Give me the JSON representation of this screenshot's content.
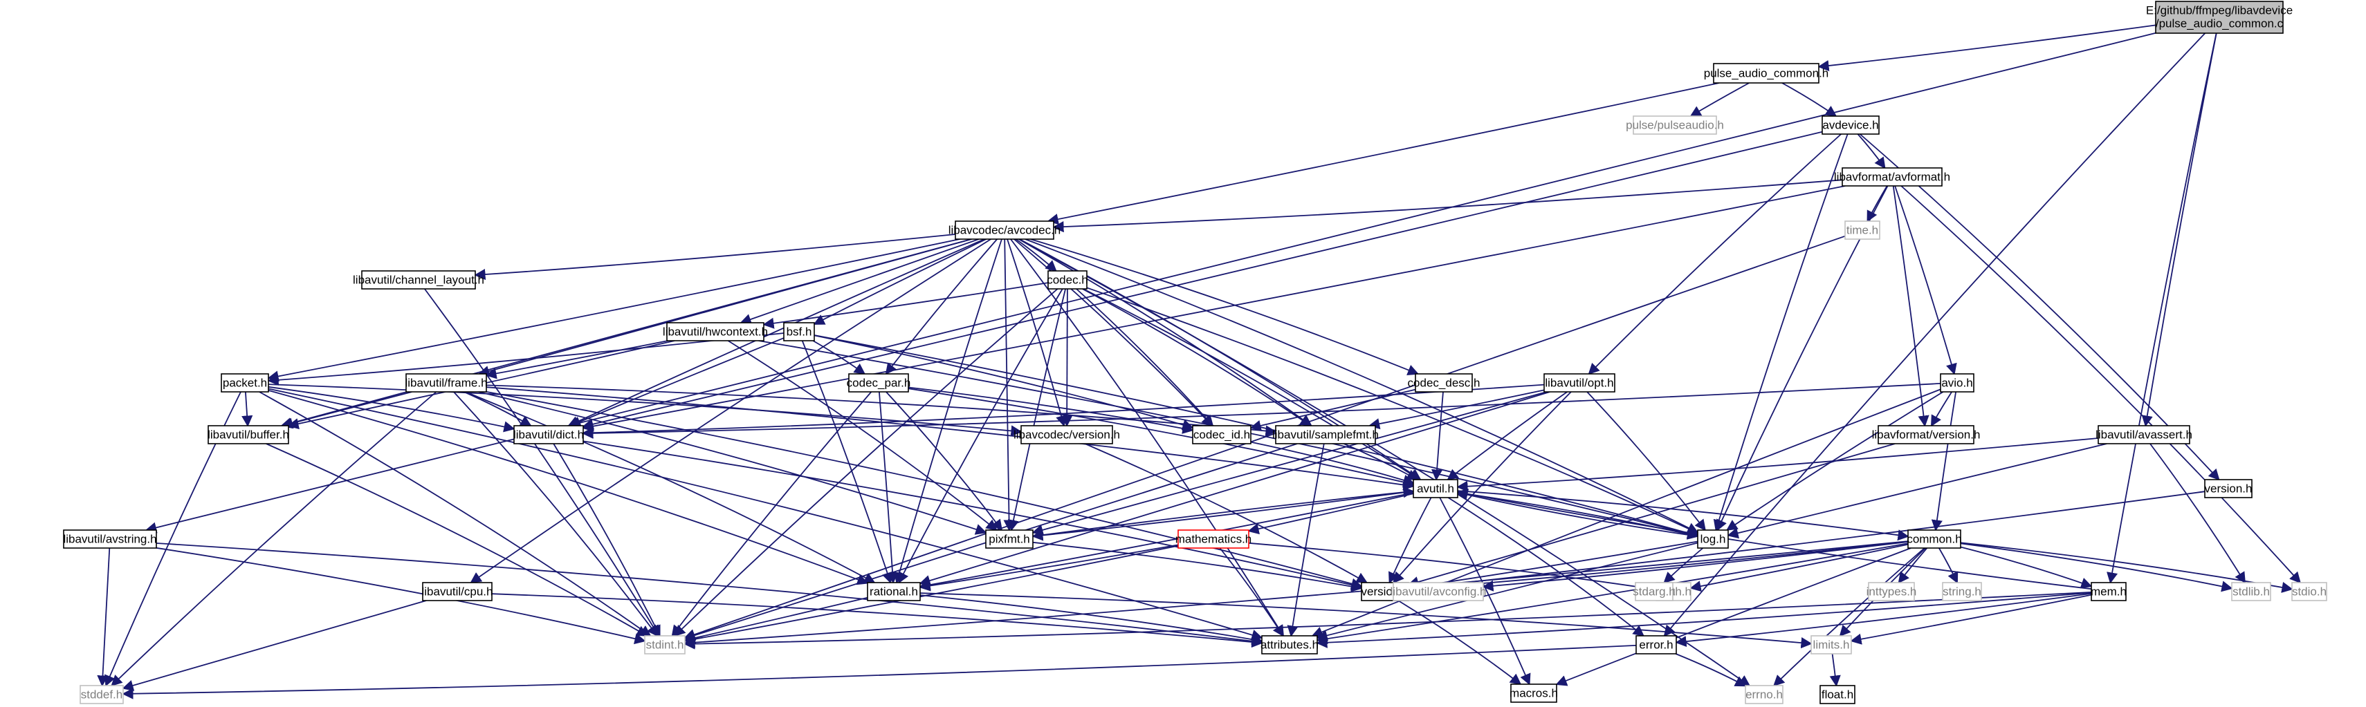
{
  "colors": {
    "edge": "#191970",
    "node_border": "#000000",
    "node_text": "#000000",
    "root_fill": "#bfbfbf",
    "missing_border": "#bfbfbf",
    "missing_text": "#7f7f7f",
    "cyclic_border": "#ff0000"
  },
  "graph": {
    "title_line1": "E:/github/ffmpeg/libavdevice",
    "title_line2": "/pulse_audio_common.c",
    "nodes": [
      {
        "id": "root",
        "label": "E:/github/ffmpeg/libavdevice",
        "label2": "/pulse_audio_common.c",
        "style": "root"
      },
      {
        "id": "pulse_audio_common_h",
        "label": "pulse_audio_common.h",
        "style": "normal"
      },
      {
        "id": "pulse_pulseaudio_h",
        "label": "pulse/pulseaudio.h",
        "style": "missing"
      },
      {
        "id": "avdevice_h",
        "label": "avdevice.h",
        "style": "normal"
      },
      {
        "id": "avformat_h",
        "label": "libavformat/avformat.h",
        "style": "normal"
      },
      {
        "id": "avcodec_h",
        "label": "libavcodec/avcodec.h",
        "style": "normal"
      },
      {
        "id": "time_h",
        "label": "time.h",
        "style": "missing"
      },
      {
        "id": "channel_layout_h",
        "label": "libavutil/channel_layout.h",
        "style": "normal"
      },
      {
        "id": "codec_h",
        "label": "codec.h",
        "style": "normal"
      },
      {
        "id": "hwcontext_h",
        "label": "libavutil/hwcontext.h",
        "style": "normal"
      },
      {
        "id": "bsf_h",
        "label": "bsf.h",
        "style": "normal"
      },
      {
        "id": "codec_desc_h",
        "label": "codec_desc.h",
        "style": "normal"
      },
      {
        "id": "opt_h",
        "label": "libavutil/opt.h",
        "style": "normal"
      },
      {
        "id": "avio_h",
        "label": "avio.h",
        "style": "normal"
      },
      {
        "id": "packet_h",
        "label": "packet.h",
        "style": "normal"
      },
      {
        "id": "frame_h",
        "label": "libavutil/frame.h",
        "style": "normal"
      },
      {
        "id": "codec_par_h",
        "label": "codec_par.h",
        "style": "normal"
      },
      {
        "id": "buffer_h",
        "label": "libavutil/buffer.h",
        "style": "normal"
      },
      {
        "id": "dict_h",
        "label": "libavutil/dict.h",
        "style": "normal"
      },
      {
        "id": "lavc_version_h",
        "label": "libavcodec/version.h",
        "style": "normal"
      },
      {
        "id": "codec_id_h",
        "label": "codec_id.h",
        "style": "normal"
      },
      {
        "id": "samplefmt_h",
        "label": "libavutil/samplefmt.h",
        "style": "normal"
      },
      {
        "id": "lavf_version_h",
        "label": "libavformat/version.h",
        "style": "normal"
      },
      {
        "id": "avassert_h",
        "label": "libavutil/avassert.h",
        "style": "normal"
      },
      {
        "id": "avutil_h",
        "label": "avutil.h",
        "style": "normal"
      },
      {
        "id": "version_h_right",
        "label": "version.h",
        "style": "normal"
      },
      {
        "id": "avstring_h",
        "label": "libavutil/avstring.h",
        "style": "normal"
      },
      {
        "id": "pixfmt_h",
        "label": "pixfmt.h",
        "style": "normal"
      },
      {
        "id": "mathematics_h",
        "label": "mathematics.h",
        "style": "cyclic"
      },
      {
        "id": "log_h",
        "label": "log.h",
        "style": "normal"
      },
      {
        "id": "common_h",
        "label": "common.h",
        "style": "normal"
      },
      {
        "id": "cpu_h",
        "label": "libavutil/cpu.h",
        "style": "normal"
      },
      {
        "id": "rational_h",
        "label": "rational.h",
        "style": "normal"
      },
      {
        "id": "version_h",
        "label": "version.h",
        "style": "normal"
      },
      {
        "id": "avconfig_h",
        "label": "libavutil/avconfig.h",
        "style": "missing"
      },
      {
        "id": "math_h",
        "label": "math.h",
        "style": "missing"
      },
      {
        "id": "stdarg_h",
        "label": "stdarg.h",
        "style": "missing"
      },
      {
        "id": "inttypes_h",
        "label": "inttypes.h",
        "style": "missing"
      },
      {
        "id": "string_h",
        "label": "string.h",
        "style": "missing"
      },
      {
        "id": "mem_h",
        "label": "mem.h",
        "style": "normal"
      },
      {
        "id": "stdlib_h",
        "label": "stdlib.h",
        "style": "missing"
      },
      {
        "id": "stdio_h",
        "label": "stdio.h",
        "style": "missing"
      },
      {
        "id": "stdint_h",
        "label": "stdint.h",
        "style": "missing"
      },
      {
        "id": "attributes_h",
        "label": "attributes.h",
        "style": "normal"
      },
      {
        "id": "limits_h",
        "label": "limits.h",
        "style": "missing"
      },
      {
        "id": "macros_h",
        "label": "macros.h",
        "style": "normal"
      },
      {
        "id": "error_h",
        "label": "error.h",
        "style": "normal"
      },
      {
        "id": "stddef_h",
        "label": "stddef.h",
        "style": "missing"
      },
      {
        "id": "errno_h",
        "label": "errno.h",
        "style": "missing"
      },
      {
        "id": "float_h",
        "label": "float.h",
        "style": "normal"
      }
    ],
    "edges": [
      [
        "root",
        "pulse_audio_common_h"
      ],
      [
        "root",
        "avstring_h"
      ],
      [
        "root",
        "avassert_h"
      ],
      [
        "root",
        "mem_h"
      ],
      [
        "root",
        "error_h"
      ],
      [
        "pulse_audio_common_h",
        "pulse_pulseaudio_h"
      ],
      [
        "pulse_audio_common_h",
        "avdevice_h"
      ],
      [
        "pulse_audio_common_h",
        "avcodec_h"
      ],
      [
        "avdevice_h",
        "avformat_h"
      ],
      [
        "avdevice_h",
        "opt_h"
      ],
      [
        "avdevice_h",
        "dict_h"
      ],
      [
        "avdevice_h",
        "log_h"
      ],
      [
        "avdevice_h",
        "version_h_right"
      ],
      [
        "avformat_h",
        "time_h"
      ],
      [
        "avformat_h",
        "avcodec_h"
      ],
      [
        "avformat_h",
        "avio_h"
      ],
      [
        "avformat_h",
        "lavf_version_h"
      ],
      [
        "avformat_h",
        "dict_h"
      ],
      [
        "avformat_h",
        "log_h"
      ],
      [
        "avformat_h",
        "stdio_h"
      ],
      [
        "time_h",
        "stdint_h"
      ],
      [
        "avcodec_h",
        "channel_layout_h"
      ],
      [
        "avcodec_h",
        "codec_h"
      ],
      [
        "avcodec_h",
        "hwcontext_h"
      ],
      [
        "avcodec_h",
        "bsf_h"
      ],
      [
        "avcodec_h",
        "codec_desc_h"
      ],
      [
        "avcodec_h",
        "packet_h"
      ],
      [
        "avcodec_h",
        "frame_h"
      ],
      [
        "avcodec_h",
        "codec_par_h"
      ],
      [
        "avcodec_h",
        "buffer_h"
      ],
      [
        "avcodec_h",
        "dict_h"
      ],
      [
        "avcodec_h",
        "lavc_version_h"
      ],
      [
        "avcodec_h",
        "codec_id_h"
      ],
      [
        "avcodec_h",
        "samplefmt_h"
      ],
      [
        "avcodec_h",
        "avutil_h"
      ],
      [
        "avcodec_h",
        "pixfmt_h"
      ],
      [
        "avcodec_h",
        "log_h"
      ],
      [
        "avcodec_h",
        "rational_h"
      ],
      [
        "avcodec_h",
        "attributes_h"
      ],
      [
        "avcodec_h",
        "errno_h"
      ],
      [
        "avcodec_h",
        "cpu_h"
      ],
      [
        "channel_layout_h",
        "stdint_h"
      ],
      [
        "codec_h",
        "hwcontext_h"
      ],
      [
        "codec_h",
        "codec_id_h"
      ],
      [
        "codec_h",
        "lavc_version_h"
      ],
      [
        "codec_h",
        "samplefmt_h"
      ],
      [
        "codec_h",
        "avutil_h"
      ],
      [
        "codec_h",
        "log_h"
      ],
      [
        "codec_h",
        "pixfmt_h"
      ],
      [
        "codec_h",
        "rational_h"
      ],
      [
        "codec_h",
        "stdint_h"
      ],
      [
        "hwcontext_h",
        "frame_h"
      ],
      [
        "hwcontext_h",
        "buffer_h"
      ],
      [
        "hwcontext_h",
        "pixfmt_h"
      ],
      [
        "hwcontext_h",
        "log_h"
      ],
      [
        "bsf_h",
        "packet_h"
      ],
      [
        "bsf_h",
        "codec_par_h"
      ],
      [
        "bsf_h",
        "codec_id_h"
      ],
      [
        "bsf_h",
        "dict_h"
      ],
      [
        "bsf_h",
        "log_h"
      ],
      [
        "bsf_h",
        "rational_h"
      ],
      [
        "codec_desc_h",
        "codec_id_h"
      ],
      [
        "codec_desc_h",
        "avutil_h"
      ],
      [
        "opt_h",
        "dict_h"
      ],
      [
        "opt_h",
        "samplefmt_h"
      ],
      [
        "opt_h",
        "avutil_h"
      ],
      [
        "opt_h",
        "log_h"
      ],
      [
        "opt_h",
        "pixfmt_h"
      ],
      [
        "opt_h",
        "rational_h"
      ],
      [
        "opt_h",
        "version_h"
      ],
      [
        "avio_h",
        "dict_h"
      ],
      [
        "avio_h",
        "lavf_version_h"
      ],
      [
        "avio_h",
        "log_h"
      ],
      [
        "avio_h",
        "common_h"
      ],
      [
        "avio_h",
        "attributes_h"
      ],
      [
        "packet_h",
        "buffer_h"
      ],
      [
        "packet_h",
        "dict_h"
      ],
      [
        "packet_h",
        "lavc_version_h"
      ],
      [
        "packet_h",
        "rational_h"
      ],
      [
        "packet_h",
        "attributes_h"
      ],
      [
        "packet_h",
        "stdint_h"
      ],
      [
        "packet_h",
        "stddef_h"
      ],
      [
        "frame_h",
        "buffer_h"
      ],
      [
        "frame_h",
        "dict_h"
      ],
      [
        "frame_h",
        "avutil_h"
      ],
      [
        "frame_h",
        "pixfmt_h"
      ],
      [
        "frame_h",
        "rational_h"
      ],
      [
        "frame_h",
        "samplefmt_h"
      ],
      [
        "frame_h",
        "version_h"
      ],
      [
        "frame_h",
        "stdint_h"
      ],
      [
        "frame_h",
        "stddef_h"
      ],
      [
        "codec_par_h",
        "codec_id_h"
      ],
      [
        "codec_par_h",
        "avutil_h"
      ],
      [
        "codec_par_h",
        "pixfmt_h"
      ],
      [
        "codec_par_h",
        "rational_h"
      ],
      [
        "codec_par_h",
        "stdint_h"
      ],
      [
        "buffer_h",
        "stdint_h"
      ],
      [
        "dict_h",
        "stdint_h"
      ],
      [
        "dict_h",
        "version_h"
      ],
      [
        "lavc_version_h",
        "version_h"
      ],
      [
        "codec_id_h",
        "avutil_h"
      ],
      [
        "samplefmt_h",
        "avutil_h"
      ],
      [
        "samplefmt_h",
        "attributes_h"
      ],
      [
        "samplefmt_h",
        "stdint_h"
      ],
      [
        "lavf_version_h",
        "version_h"
      ],
      [
        "avassert_h",
        "avutil_h"
      ],
      [
        "avassert_h",
        "log_h"
      ],
      [
        "avassert_h",
        "stdlib_h"
      ],
      [
        "avutil_h",
        "common_h"
      ],
      [
        "avutil_h",
        "error_h"
      ],
      [
        "avutil_h",
        "rational_h"
      ],
      [
        "avutil_h",
        "version_h"
      ],
      [
        "avutil_h",
        "macros_h"
      ],
      [
        "avutil_h",
        "mathematics_h"
      ],
      [
        "avutil_h",
        "log_h"
      ],
      [
        "avutil_h",
        "pixfmt_h"
      ],
      [
        "version_h_right",
        "version_h"
      ],
      [
        "avstring_h",
        "stddef_h"
      ],
      [
        "avstring_h",
        "stdint_h"
      ],
      [
        "avstring_h",
        "attributes_h"
      ],
      [
        "pixfmt_h",
        "avutil_h"
      ],
      [
        "pixfmt_h",
        "version_h"
      ],
      [
        "mathematics_h",
        "stdint_h"
      ],
      [
        "mathematics_h",
        "math_h"
      ],
      [
        "mathematics_h",
        "attributes_h"
      ],
      [
        "mathematics_h",
        "rational_h"
      ],
      [
        "log_h",
        "avutil_h"
      ],
      [
        "log_h",
        "attributes_h"
      ],
      [
        "log_h",
        "version_h"
      ],
      [
        "log_h",
        "stdarg_h"
      ],
      [
        "common_h",
        "errno_h"
      ],
      [
        "common_h",
        "inttypes_h"
      ],
      [
        "common_h",
        "limits_h"
      ],
      [
        "common_h",
        "math_h"
      ],
      [
        "common_h",
        "stdint_h"
      ],
      [
        "common_h",
        "stdio_h"
      ],
      [
        "common_h",
        "stdlib_h"
      ],
      [
        "common_h",
        "string_h"
      ],
      [
        "common_h",
        "attributes_h"
      ],
      [
        "common_h",
        "macros_h"
      ],
      [
        "common_h",
        "version_h"
      ],
      [
        "common_h",
        "avconfig_h"
      ],
      [
        "common_h",
        "mem_h"
      ],
      [
        "cpu_h",
        "attributes_h"
      ],
      [
        "cpu_h",
        "stddef_h"
      ],
      [
        "rational_h",
        "stdint_h"
      ],
      [
        "rational_h",
        "limits_h"
      ],
      [
        "rational_h",
        "attributes_h"
      ],
      [
        "version_h",
        "macros_h"
      ],
      [
        "mem_h",
        "limits_h"
      ],
      [
        "mem_h",
        "stdint_h"
      ],
      [
        "mem_h",
        "attributes_h"
      ],
      [
        "mem_h",
        "error_h"
      ],
      [
        "mem_h",
        "avutil_h"
      ],
      [
        "error_h",
        "errno_h"
      ],
      [
        "error_h",
        "stddef_h"
      ],
      [
        "limits_h",
        "float_h"
      ]
    ]
  }
}
